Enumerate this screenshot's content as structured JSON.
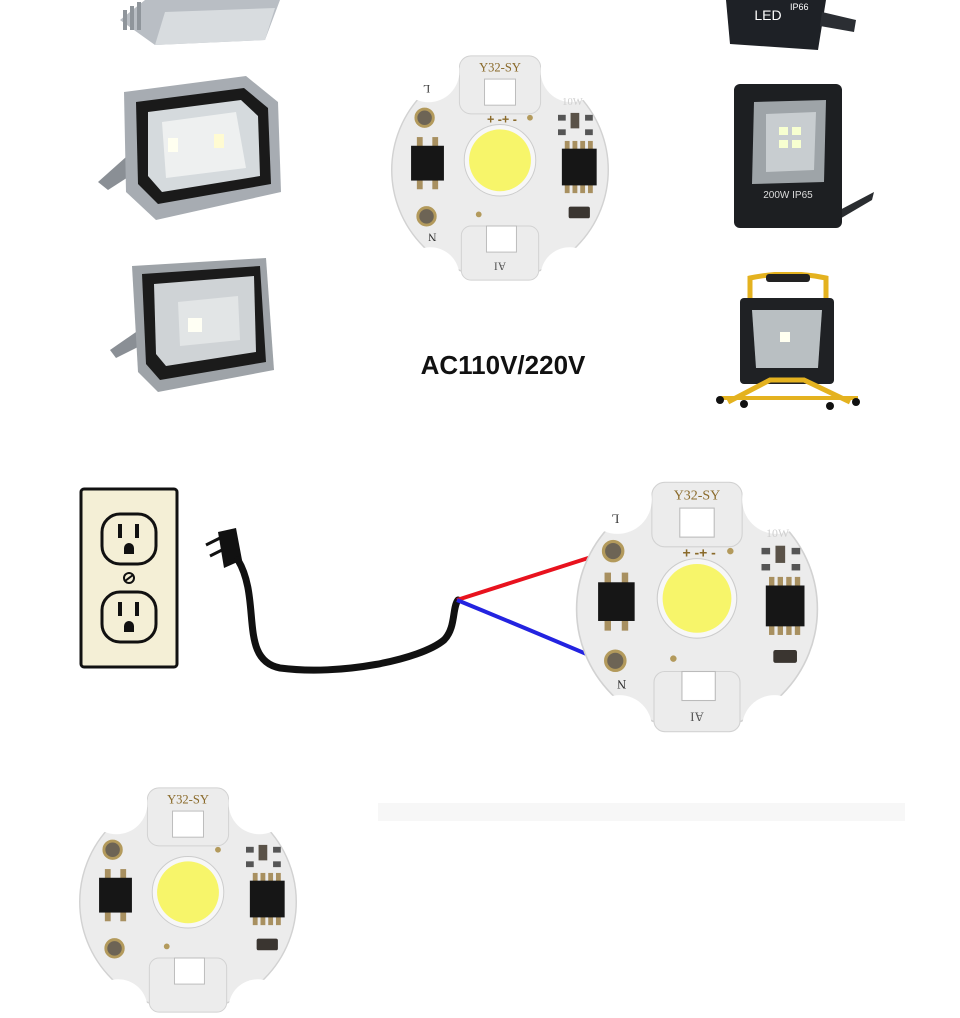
{
  "caption": "AC110V/220V",
  "board": {
    "model": "Y32-SY",
    "power": "10W",
    "polarity": "+ -+ -",
    "pin_l": "L",
    "pin_n": "N",
    "code": "AI"
  },
  "floodlights": {
    "top_right_brand": "LED",
    "top_right_rating": "IP66",
    "right_middle_label": "200W  IP65"
  },
  "colors": {
    "led_yellow": "#f7f56a",
    "board_white": "#eeeeee",
    "wire_live": "#e8121e",
    "wire_neutral": "#2323e0",
    "outlet_face": "#f4efd6",
    "label_gold": "#8a6a2a"
  }
}
